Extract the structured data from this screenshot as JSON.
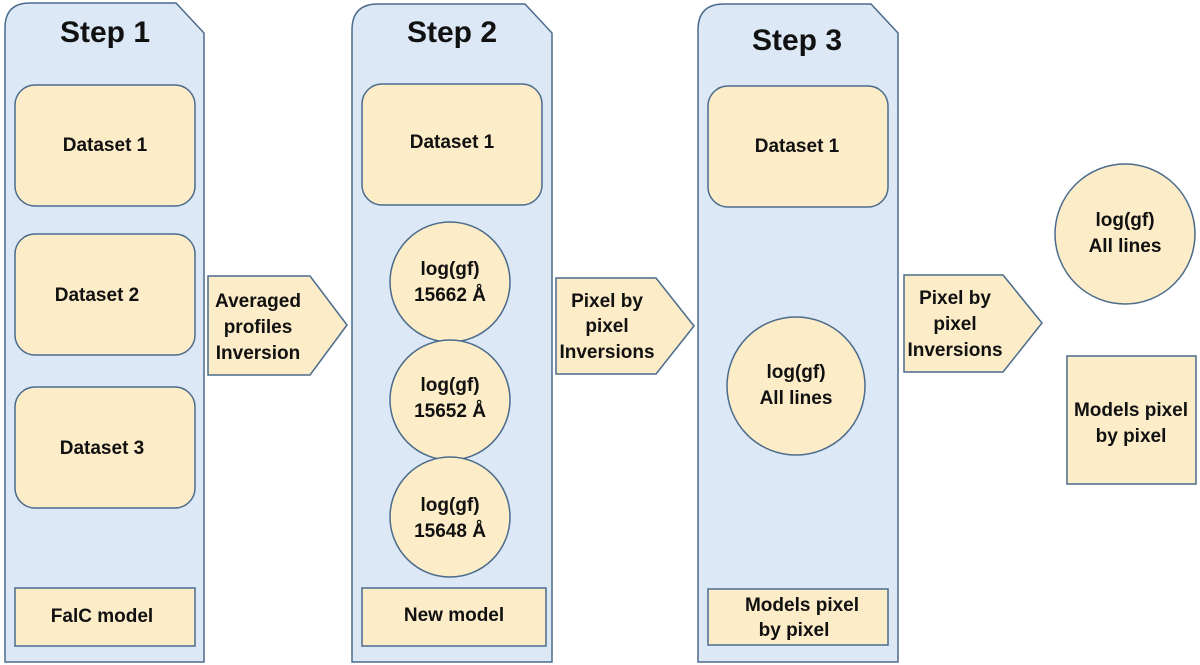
{
  "steps": [
    {
      "title": "Step 1",
      "items": [
        "Dataset 1",
        "Dataset 2",
        "Dataset 3"
      ],
      "footer": [
        "FalC model"
      ]
    },
    {
      "title": "Step 2",
      "items": [
        "Dataset 1"
      ],
      "circles": [
        [
          "log(gf)",
          "15662 Å"
        ],
        [
          "log(gf)",
          "15652 Å"
        ],
        [
          "log(gf)",
          "15648 Å"
        ]
      ],
      "footer": [
        "New model"
      ]
    },
    {
      "title": "Step 3",
      "items": [
        "Dataset 1"
      ],
      "circles": [
        [
          "log(gf)",
          "All lines"
        ]
      ],
      "footer": [
        "Models pixel",
        "by pixel"
      ]
    }
  ],
  "arrows": [
    [
      "Averaged",
      "profiles",
      "Inversion"
    ],
    [
      "Pixel by",
      "pixel",
      "Inversions"
    ],
    [
      "Pixel by",
      "pixel",
      "Inversions"
    ]
  ],
  "outputs": {
    "circle": [
      "log(gf)",
      "All lines"
    ],
    "box": [
      "Models pixel",
      "by pixel"
    ]
  }
}
